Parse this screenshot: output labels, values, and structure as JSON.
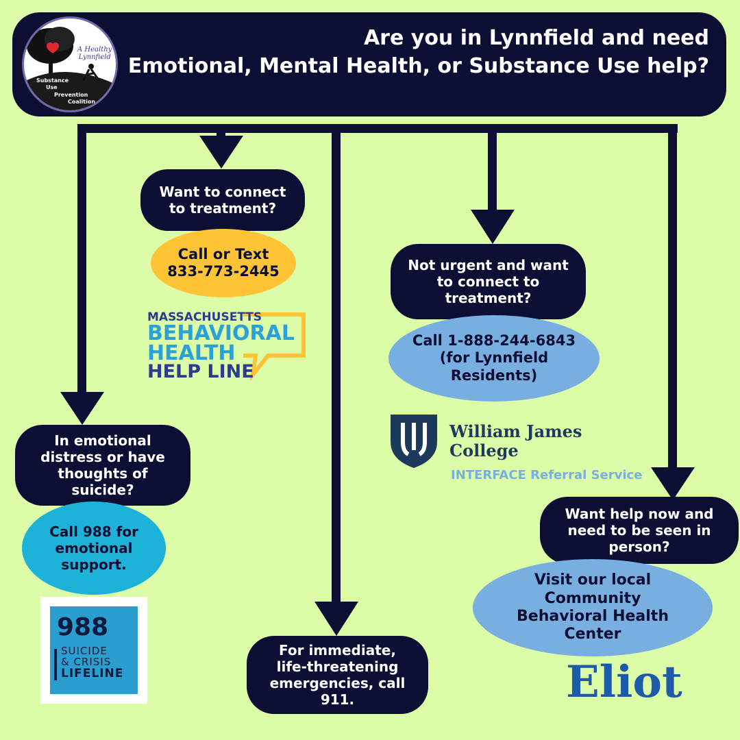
{
  "header": {
    "line1": "Are you in Lynnfield and need",
    "line2": "Emotional, Mental Health, or Substance Use help?"
  },
  "coalition_logo": {
    "top_text_1": "A Healthy",
    "top_text_2": "Lynnfield",
    "bottom_lines": [
      "Substance",
      "Use",
      "Prevention",
      "Coalition"
    ]
  },
  "nodes": {
    "connect_treatment": {
      "question": "Want to connect to treatment?",
      "action_line1": "Call or Text",
      "action_line2": "833-773-2445"
    },
    "distress": {
      "question": "In emotional distress or have thoughts of suicide?",
      "action": "Call 988 for emotional support."
    },
    "emergency": {
      "question": "For immediate, life-threatening emergencies, call 911."
    },
    "not_urgent": {
      "question": "Not urgent and want to connect to treatment?",
      "action_line1": "Call 1-888-244-6843",
      "action_line2": "(for Lynnfield",
      "action_line3": "Residents)"
    },
    "help_now": {
      "question": "Want help now and need to be seen in person?",
      "action": "Visit our local Community Behavioral Health Center"
    }
  },
  "logos": {
    "mbhl": {
      "line1": "MASSACHUSETTS",
      "line2": "BEHAVIORAL",
      "line3": "HEALTH",
      "line4": "HELP LINE"
    },
    "lifeline_988": {
      "number": "988",
      "line1": "SUICIDE",
      "line2": "& CRISIS",
      "line3": "LIFELINE"
    },
    "wjc": {
      "line1": "William James",
      "line2": "College",
      "line3": "INTERFACE Referral Service"
    },
    "eliot": {
      "text": "Eliot"
    }
  },
  "colors": {
    "background": "#ddfca8",
    "navy": "#0c0f33",
    "yellow": "#fec435",
    "teal": "#1db3d8",
    "light_blue": "#79afe0"
  }
}
